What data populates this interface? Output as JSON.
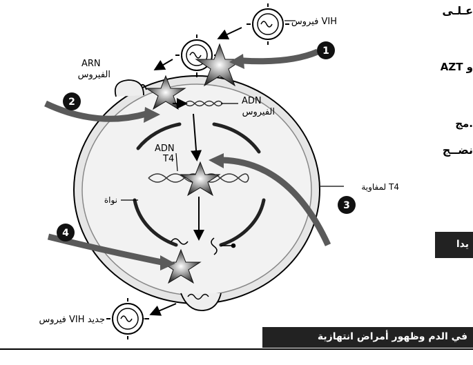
{
  "diagram": {
    "hiv_label_top": "فيروس VIH",
    "hiv_label_new": "فيروس VIH جديد",
    "arn_label": "ARN",
    "arn_sub": "الفيروس",
    "adn_virus_label": "ADN",
    "adn_virus_sub": "الفيروس",
    "adn_t4_label": "ADN",
    "adn_t4_sub": "T4",
    "cell_label": "لمفاوية T4",
    "nucleus_label": "نواة",
    "steps": [
      "1",
      "2",
      "3",
      "4"
    ]
  },
  "side_text": {
    "line1": "عـلـى",
    "line2": "AZT و",
    "line3": "مج.",
    "line4": "نضــج"
  },
  "banners": {
    "right_box": "يدا",
    "bottom_box": "في الدم وظهور أمراض انتهازية"
  },
  "colors": {
    "ink": "#000000",
    "banner_bg": "#222222",
    "membrane": "#d8d8d8",
    "star": "#333333"
  }
}
